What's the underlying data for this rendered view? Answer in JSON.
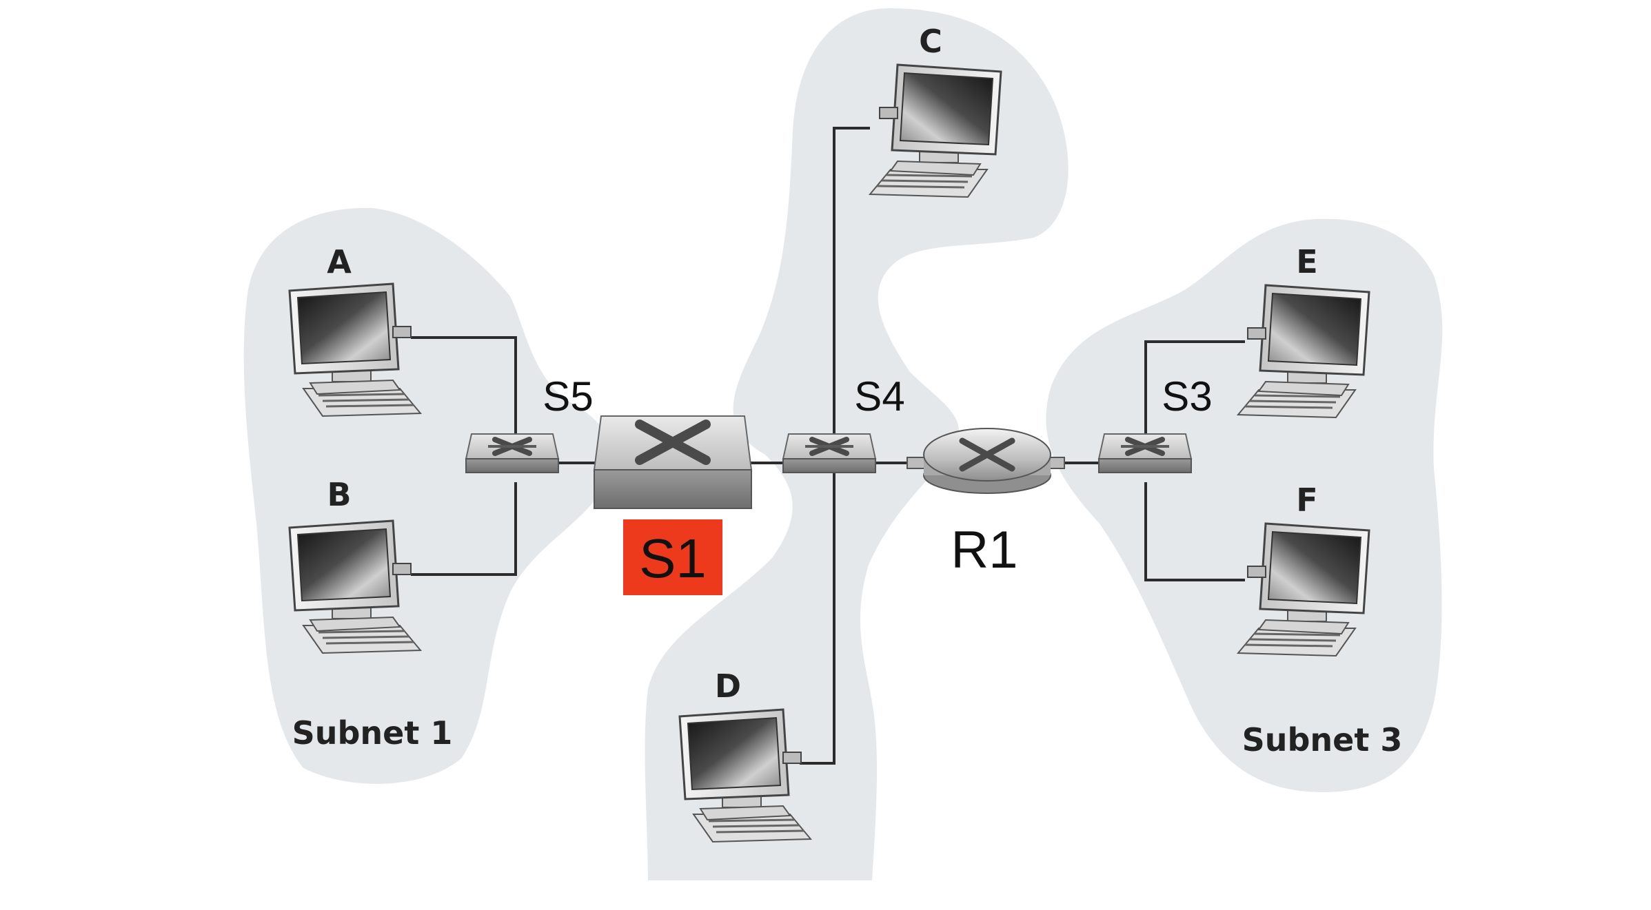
{
  "hosts": {
    "a": "A",
    "b": "B",
    "c": "C",
    "d": "D",
    "e": "E",
    "f": "F"
  },
  "switches": {
    "s1": "S1",
    "s3": "S3",
    "s4": "S4",
    "s5": "S5"
  },
  "router": {
    "r1": "R1"
  },
  "subnets": {
    "subnet1": "Subnet 1",
    "subnet3": "Subnet 3"
  },
  "colors": {
    "highlight": "#ee3a1c",
    "subnet_fill": "#e5e8ea"
  }
}
